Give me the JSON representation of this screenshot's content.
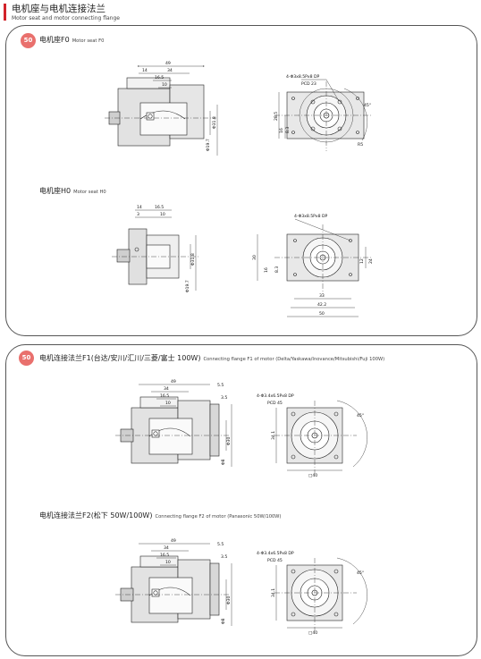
{
  "header": {
    "title_cn": "电机座与电机连接法兰",
    "title_en": "Motor seat and motor connecting flange"
  },
  "colors": {
    "accent": "#d2232a",
    "badge": "#e9706d",
    "line": "#555555"
  },
  "panel1": {
    "badge": "50",
    "section1": {
      "title_cn": "电机座F0",
      "title_en": "Motor seat F0"
    },
    "section2": {
      "title_cn": "电机座H0",
      "title_en": "Motor seat H0"
    },
    "f0_side": {
      "d_total": "49",
      "d_14": "14",
      "d_34": "34",
      "d_16": "16.5",
      "d_10": "10",
      "d_phi": "Φ19.7",
      "d_phi2": "Φ31.8"
    },
    "f0_front": {
      "hole": "4-Φ3x8.5Px8 DP",
      "pcd": "PCD 23",
      "d_h1": "28.5",
      "d_h2": "16",
      "d_h3": "8.3",
      "d_ang": "45°",
      "d_r": "R5"
    },
    "h0_side": {
      "d_14": "14",
      "d_16": "16.5",
      "d_3": "3",
      "d_10": "10",
      "d_phi": "Φ31.8",
      "d_phi2": "Φ19.7"
    },
    "h0_front": {
      "hole": "4-Φ3x8.5Px8 DP",
      "d_30": "30",
      "d_16": "16",
      "d_8": "8.3",
      "d_12": "12",
      "d_24": "24",
      "d_33": "33",
      "d_42": "42.2",
      "d_50": "50"
    }
  },
  "panel2": {
    "badge": "50",
    "section1": {
      "title_cn": "电机连接法兰F1(台达/安川/汇川/三菱/富士  100W)",
      "title_en": "Connecting flange F1 of motor  (Delta/Yaskawa/Inovance/Mitsubishi/Fuji 100W)"
    },
    "section2": {
      "title_cn": "电机连接法兰F2(松下 50W/100W)",
      "title_en": "Connecting flange F2 of motor (Panasonic  50W/100W)"
    },
    "f1_side": {
      "d_total": "49",
      "d_34": "34",
      "d_16": "16.5",
      "d_10": "10",
      "d_right": "5.5",
      "d_3": "3.5",
      "d_phi": "Φ30",
      "d_phi2": "Φ8"
    },
    "f1_front": {
      "hole": "4-Φ3.4x6.5Px8 DP",
      "pcd": "PCD 45",
      "d_h": "34.1",
      "d_w": "□40",
      "d_ang": "45°"
    },
    "f2_side": {
      "d_total": "49",
      "d_34": "34",
      "d_16": "16.5",
      "d_10": "10",
      "d_right": "5.5",
      "d_3": "3.5",
      "d_phi": "Φ30",
      "d_phi2": "Φ8"
    },
    "f2_front": {
      "hole": "4-Φ3.4x6.5Px8 DP",
      "pcd": "PCD 45",
      "d_h": "34.1",
      "d_w": "□40",
      "d_ang": "45°"
    }
  }
}
